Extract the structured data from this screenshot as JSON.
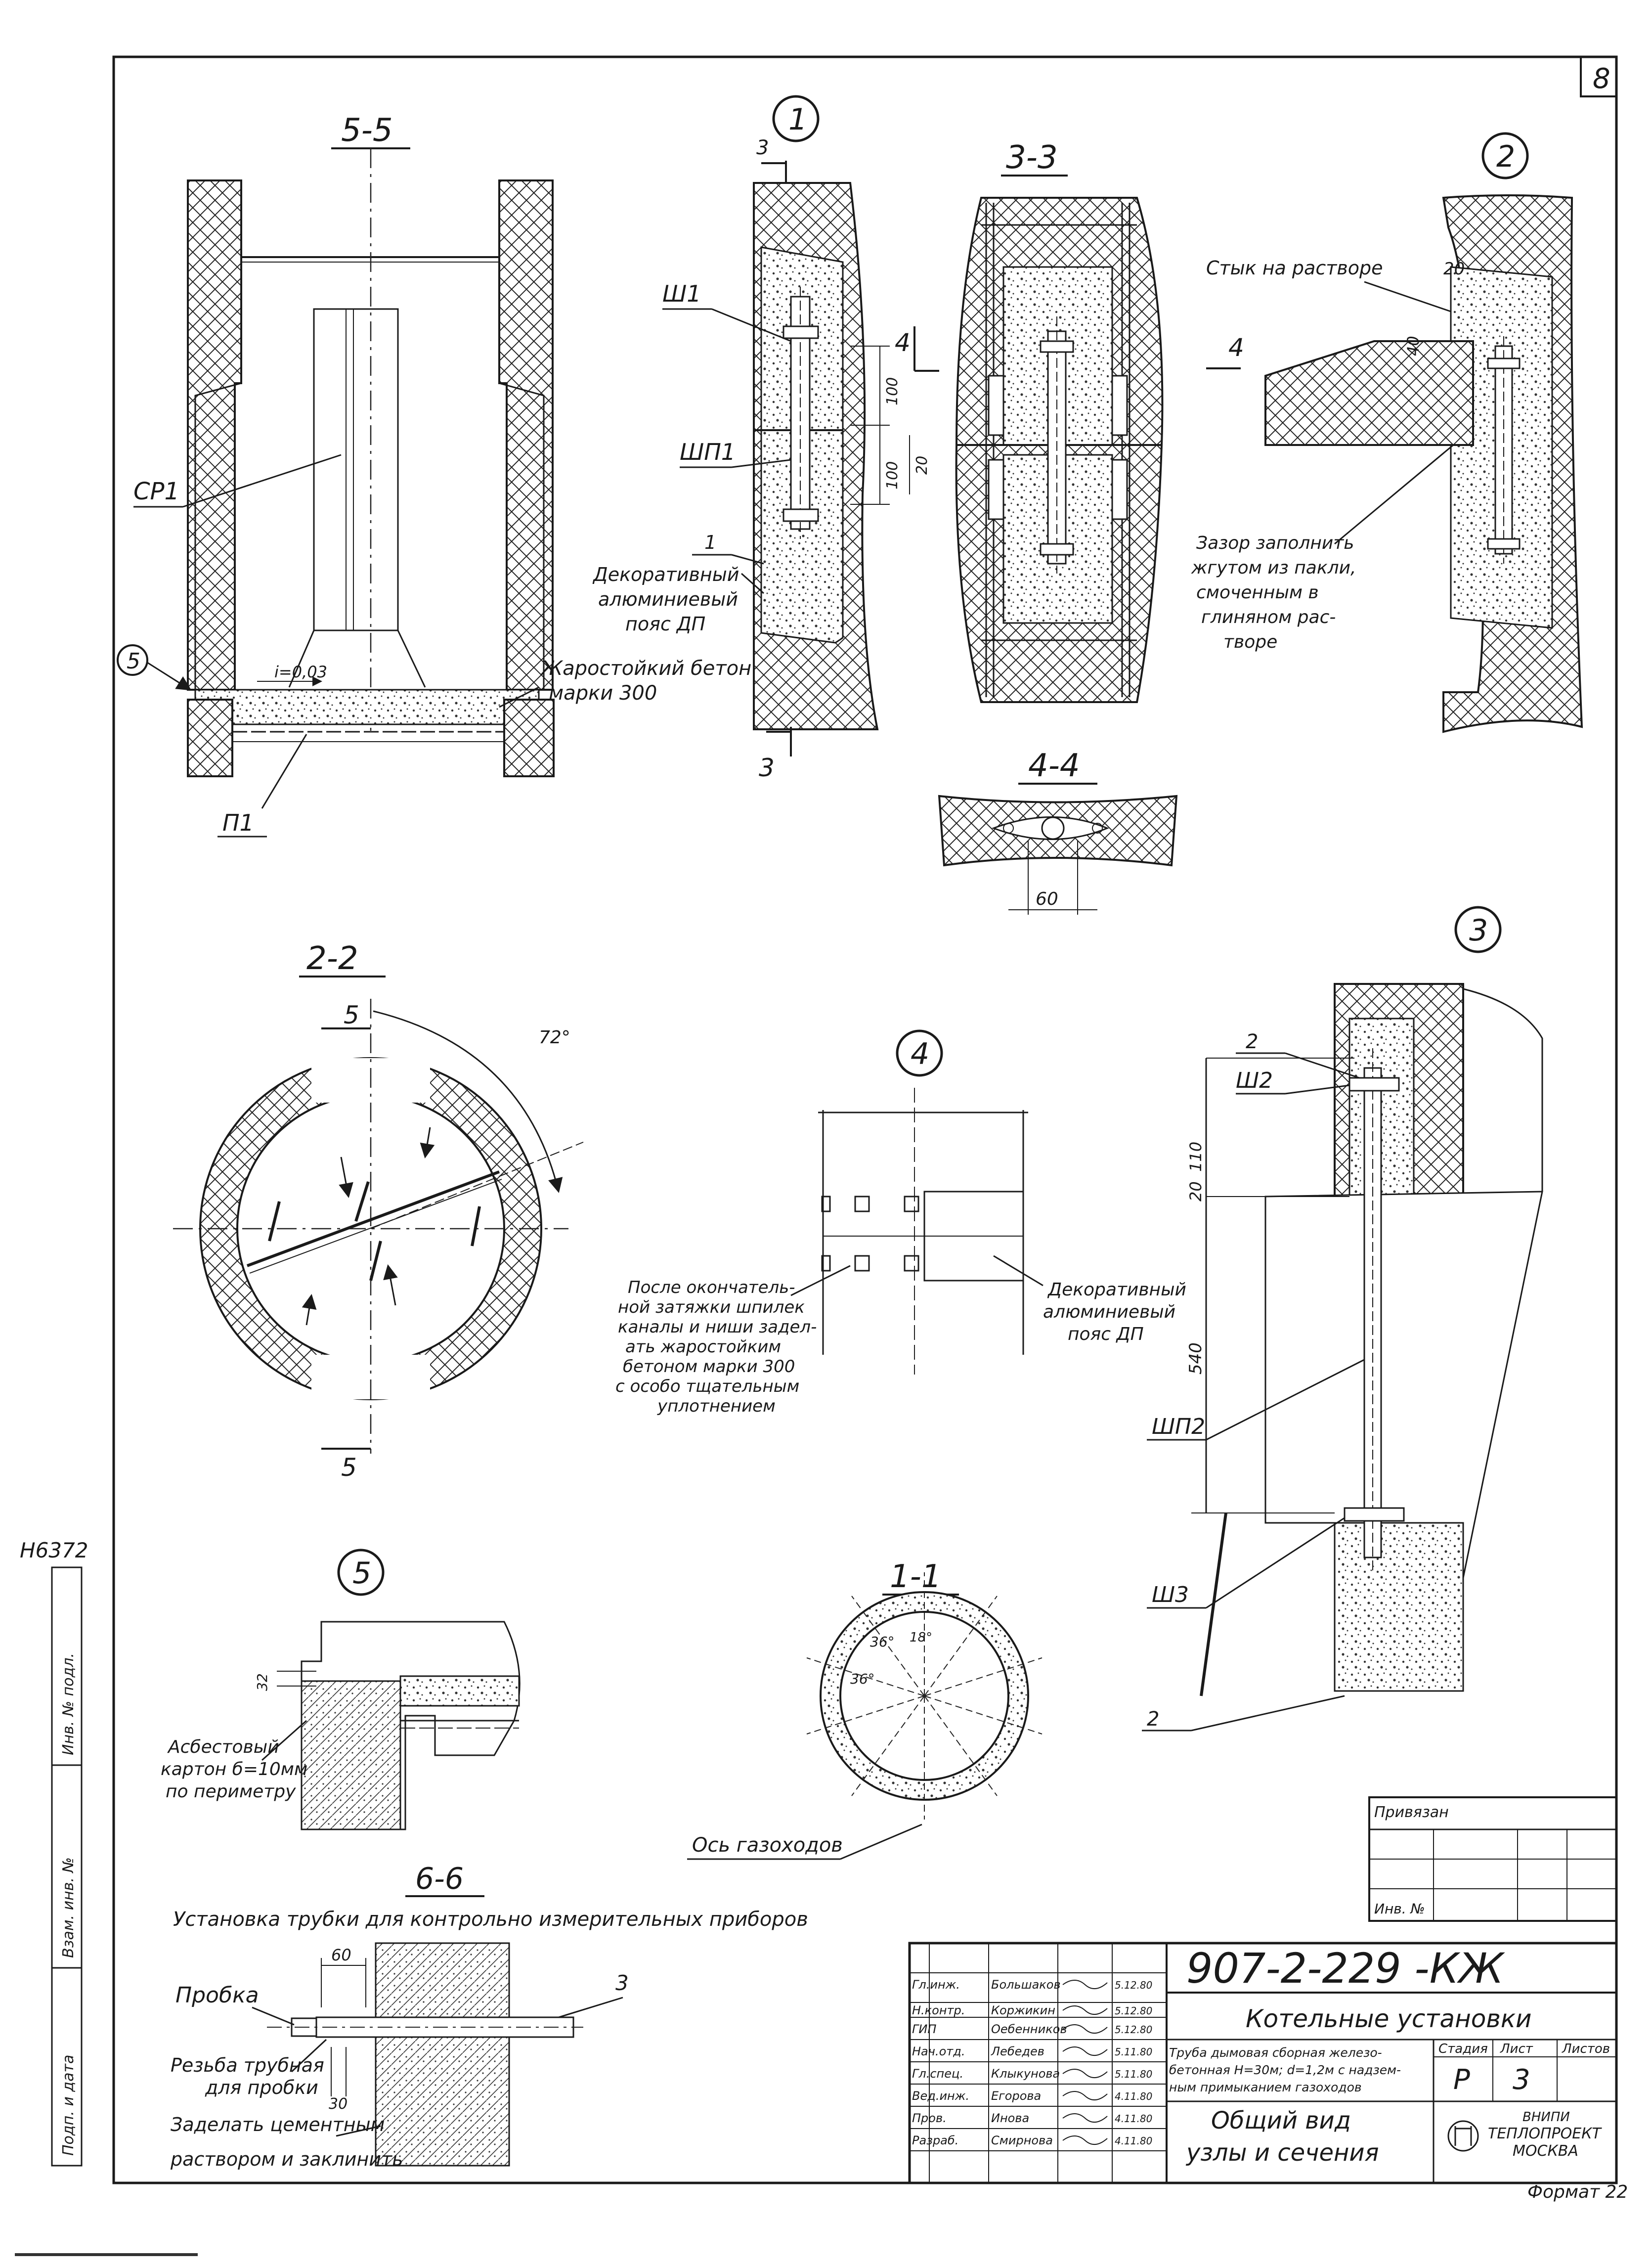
{
  "sheet": {
    "page_number": "8",
    "inventory_number": "Н6372",
    "side_stamp": [
      "Подп. и дата",
      "Взам. инв. №",
      "Инв. № подл."
    ],
    "format": "Формат 22"
  },
  "views": {
    "v55": {
      "title": "5-5",
      "labels": {
        "cp1": "СР1",
        "p1": "П1",
        "slope": "i=0,03",
        "marker5": "5",
        "concrete": [
          "Жаростойкий бетон",
          "марки 300"
        ]
      }
    },
    "node1": {
      "marker": "1",
      "labels": {
        "sec3top": "3",
        "sec3bot": "3",
        "sec4": "4",
        "sh1": "Ш1",
        "shp1": "ШП1",
        "one": "1",
        "belt": [
          "Декоративный",
          "алюминиевый",
          "пояс ДП"
        ]
      },
      "dims": [
        "100",
        "100",
        "20"
      ]
    },
    "v33": {
      "title": "3-3"
    },
    "v44": {
      "title": "4-4",
      "dims": [
        "60"
      ]
    },
    "node2": {
      "marker": "2",
      "labels": {
        "seam": "Стык на растворе",
        "twenty": "20",
        "forty": "40",
        "sec4": "4",
        "note": [
          "Зазор заполнить",
          "жгутом из пакли,",
          "смоченным в",
          "глиняном рас-",
          "творе"
        ]
      }
    },
    "v22": {
      "title": "2-2",
      "labels": {
        "top5": "5",
        "bot5": "5",
        "angle": "72°"
      }
    },
    "node4": {
      "marker": "4",
      "labels": {
        "belt": [
          "Декоративный",
          "алюминиевый",
          "пояс ДП"
        ],
        "note": [
          "После окончатель-",
          "ной затяжки шпилек",
          "каналы и ниши задел-",
          "ать жаростойким",
          "бетоном марки 300",
          "с особо тщательным",
          "уплотнением"
        ]
      }
    },
    "node3": {
      "marker": "3",
      "labels": {
        "two": "2",
        "sh2": "Ш2",
        "shp2": "ШП2",
        "sh3": "Ш3",
        "two_b": "2"
      },
      "dims": [
        "110",
        "20",
        "540"
      ]
    },
    "node5": {
      "marker": "5",
      "labels": {
        "asbestos": [
          "Асбестовый",
          "картон б=10мм",
          "по периметру"
        ]
      },
      "dims": [
        "32"
      ]
    },
    "v11": {
      "title": "1-1",
      "labels": {
        "axis": "Ось газоходов",
        "a1": "36°",
        "a2": "36°",
        "a3": "18°"
      }
    },
    "v66": {
      "title": "6-6",
      "caption": "Установка трубки для контрольно измерительных приборов",
      "labels": {
        "plug": "Пробка",
        "thread": [
          "Резьба трубная",
          "для пробки"
        ],
        "seal": [
          "Заделать цементным",
          "раствором и заклинить"
        ],
        "three": "3"
      },
      "dims": [
        "60",
        "30"
      ]
    }
  },
  "approval_box": {
    "agreed": "Привязан",
    "inv": "Инв. №"
  },
  "title_block": {
    "code": "907-2-229 -КЖ",
    "project": "Котельные установки",
    "description": [
      "Труба дымовая сборная железо-",
      "бетонная Н=30м; d=1,2м с надзем-",
      "ным примыканием газоходов"
    ],
    "sheet_name": [
      "Общий вид",
      "узлы и сечения"
    ],
    "org": [
      "ВНИПИ",
      "ТЕПЛОПРОЕКТ",
      "МОСКВА"
    ],
    "stage_header": "Стадия",
    "sheet_header": "Лист",
    "sheets_header": "Листов",
    "stage": "Р",
    "sheet_no": "3",
    "people": [
      {
        "role": "Гл.инж.",
        "name": "Большаков",
        "date": "5.12.80"
      },
      {
        "role": "Н.контр.",
        "name": "Коржикин",
        "date": "5.12.80"
      },
      {
        "role": "ГИП",
        "name": "Оебенников",
        "date": "5.12.80"
      },
      {
        "role": "Нач.отд.",
        "name": "Лебедев",
        "date": "5.11.80"
      },
      {
        "role": "Гл.спец.",
        "name": "Клыкунова",
        "date": "5.11.80"
      },
      {
        "role": "Вед.инж.",
        "name": "Егорова",
        "date": "4.11.80"
      },
      {
        "role": "Пров.",
        "name": "Инова",
        "date": "4.11.80"
      },
      {
        "role": "Разраб.",
        "name": "Смирнова",
        "date": "4.11.80"
      }
    ]
  }
}
